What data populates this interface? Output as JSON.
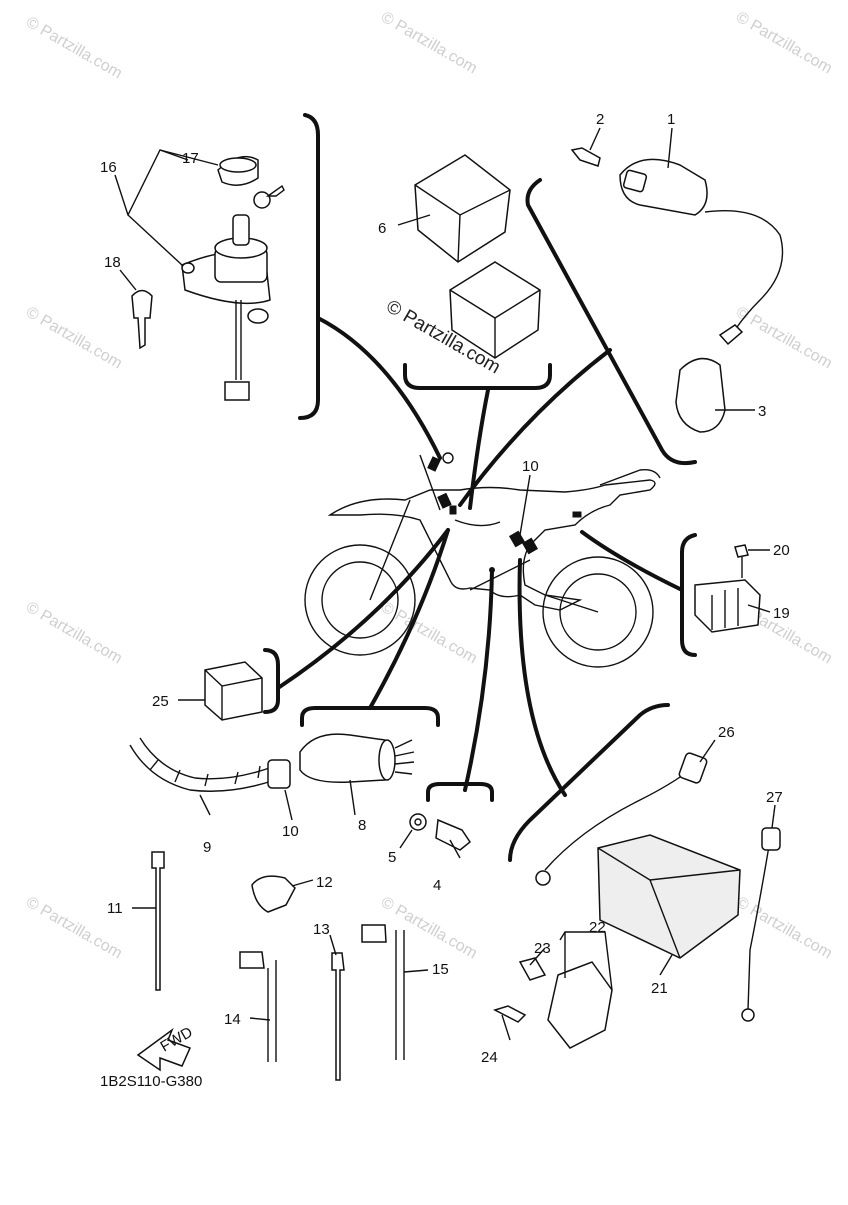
{
  "diagram": {
    "code": "1B2S110-G380",
    "fwd_label": "FWD",
    "watermark_text": "© Partzilla.com",
    "colors": {
      "line": "#111111",
      "watermark": "#cfcfcf",
      "background": "#ffffff"
    },
    "callouts": [
      {
        "id": "1",
        "text": "1"
      },
      {
        "id": "2",
        "text": "2"
      },
      {
        "id": "3",
        "text": "3"
      },
      {
        "id": "4",
        "text": "4"
      },
      {
        "id": "5",
        "text": "5"
      },
      {
        "id": "6",
        "text": "6"
      },
      {
        "id": "8",
        "text": "8"
      },
      {
        "id": "9",
        "text": "9"
      },
      {
        "id": "10a",
        "text": "10"
      },
      {
        "id": "10b",
        "text": "10"
      },
      {
        "id": "11",
        "text": "11"
      },
      {
        "id": "12",
        "text": "12"
      },
      {
        "id": "13",
        "text": "13"
      },
      {
        "id": "14",
        "text": "14"
      },
      {
        "id": "15",
        "text": "15"
      },
      {
        "id": "16",
        "text": "16"
      },
      {
        "id": "17",
        "text": "17"
      },
      {
        "id": "18",
        "text": "18"
      },
      {
        "id": "19",
        "text": "19"
      },
      {
        "id": "20",
        "text": "20"
      },
      {
        "id": "21",
        "text": "21"
      },
      {
        "id": "22",
        "text": "22"
      },
      {
        "id": "23",
        "text": "23"
      },
      {
        "id": "24",
        "text": "24"
      },
      {
        "id": "25",
        "text": "25"
      },
      {
        "id": "26",
        "text": "26"
      },
      {
        "id": "27",
        "text": "27"
      }
    ]
  }
}
